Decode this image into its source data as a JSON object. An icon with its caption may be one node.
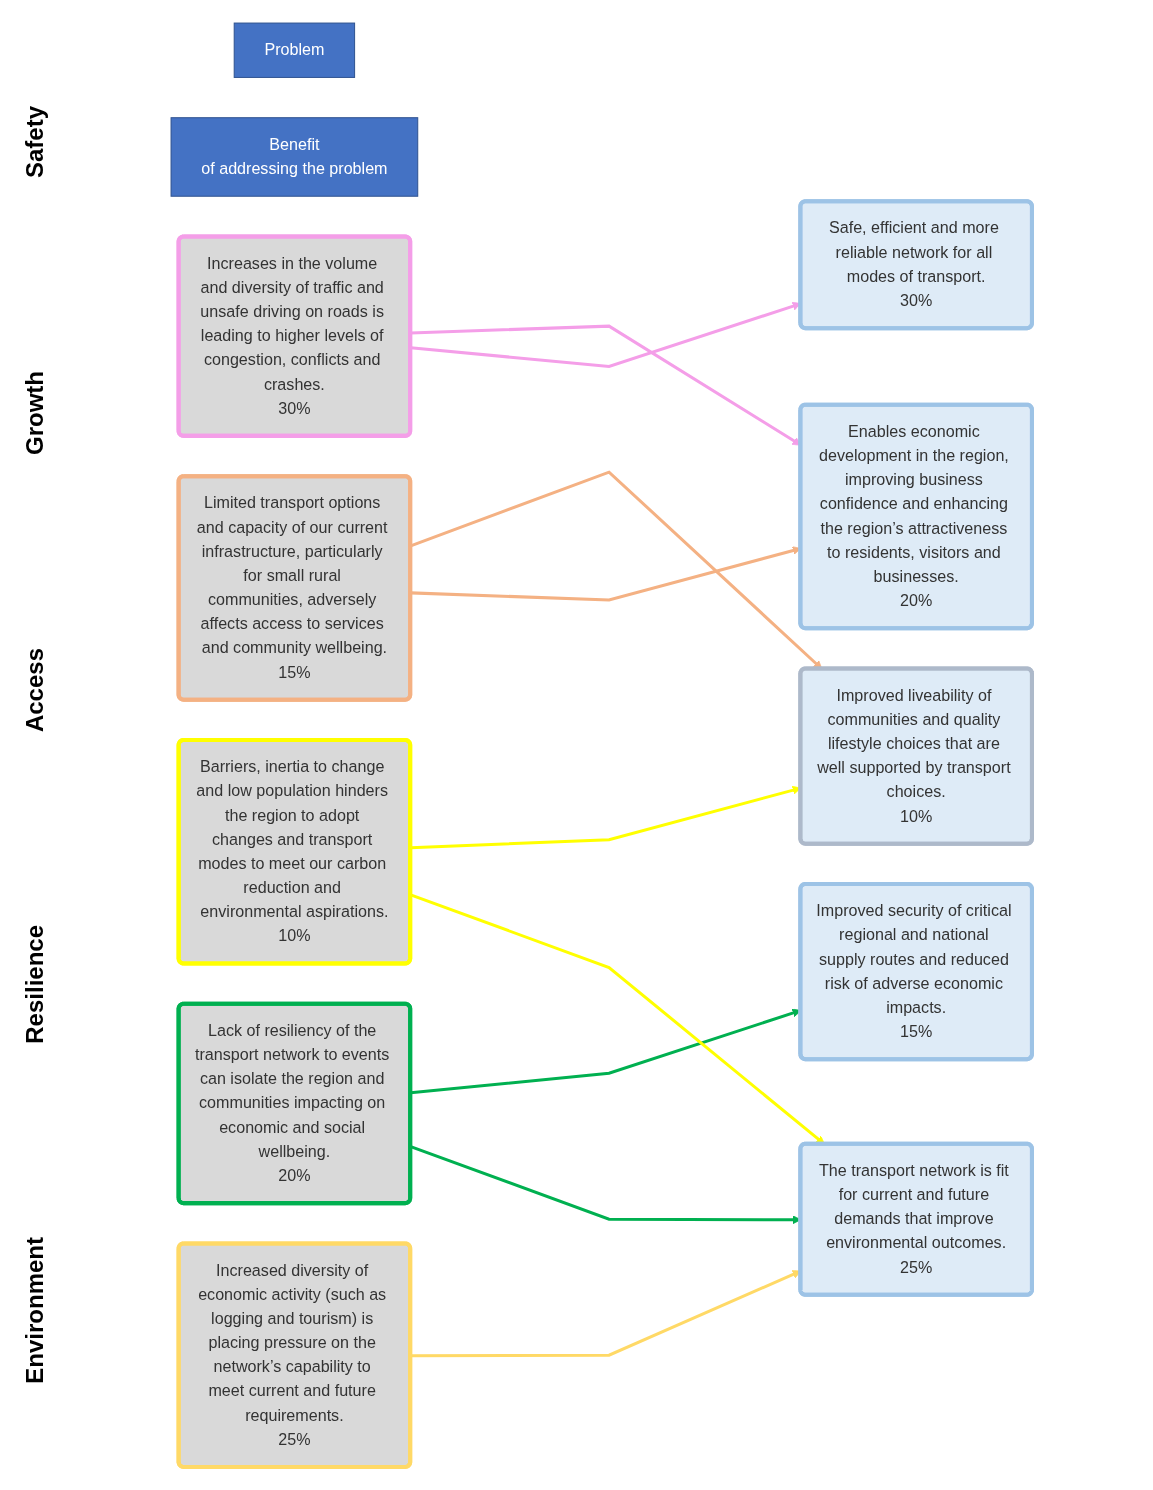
{
  "diagram": {
    "nodes": [
      {
        "text": [
          "Problem"
        ]
      },
      {
        "text": [
          "Benefit",
          "of addressing the problem"
        ]
      },
      {
        "text": [
          "Increases in the volume and diversity of traffic and unsafe driving on roads is leading to higher levels of congestion, conflicts and crashes.",
          "30%"
        ]
      },
      {
        "text": [
          "Increased diversity of economic activity (such as logging and tourism) is placing pressure on the network’s capability to meet current and future requirements.",
          "25%"
        ]
      },
      {
        "text": [
          "Limited transport options and capacity of our current infrastructure, particularly for small rural communities, adversely affects access to services and community wellbeing.",
          "15%"
        ]
      },
      {
        "text": [
          "Lack of resiliency of the transport network to events can isolate the region and communities impacting on economic and social wellbeing.",
          "20%"
        ]
      },
      {
        "text": [
          "Barriers, inertia to change and low population hinders the region to adopt changes and transport modes to meet our carbon reduction and environmental aspirations.",
          "10%"
        ]
      },
      {
        "text": [
          "Safe, efficient and more reliable network for all modes of transport.",
          "30%"
        ]
      },
      {
        "text": [
          "Enables economic development in the region, improving business confidence and enhancing the region’s attractiveness to residents, visitors and businesses.",
          "20%"
        ]
      },
      {
        "text": [
          "The transport network is fit for current and future demands that improve environmental outcomes.",
          "25%"
        ]
      },
      {
        "text": [
          "Improved security of critical regional and national supply routes and reduced risk of adverse economic impacts.",
          "15%"
        ]
      },
      {
        "text": [
          "Improved liveability of communities and quality lifestyle choices that are well supported by transport choices.",
          "10%"
        ]
      }
    ],
    "edges": [
      {
        "from": 2,
        "to": 7,
        "arrow": "to",
        "color": "#f49ee8"
      },
      {
        "from": 2,
        "to": 8,
        "arrow": "to",
        "color": "#f49ee8"
      },
      {
        "from": 3,
        "to": 9,
        "arrow": "to",
        "color": "#ffd966"
      },
      {
        "from": 4,
        "to": 8,
        "arrow": "to",
        "color": "#f4b183"
      },
      {
        "from": 4,
        "to": 11,
        "arrow": "to",
        "color": "#f4b183"
      },
      {
        "from": 5,
        "to": 9,
        "arrow": "to",
        "color": "#00b050"
      },
      {
        "from": 5,
        "to": 10,
        "arrow": "to",
        "color": "#00b050"
      },
      {
        "from": 6,
        "to": 9,
        "arrow": "to",
        "color": "#ffff00"
      },
      {
        "from": 6,
        "to": 11,
        "arrow": "to",
        "color": "#ffff00"
      }
    ],
    "labels": [
      "Safety",
      "Growth",
      "Access",
      "Resilience",
      "Environment"
    ]
  }
}
